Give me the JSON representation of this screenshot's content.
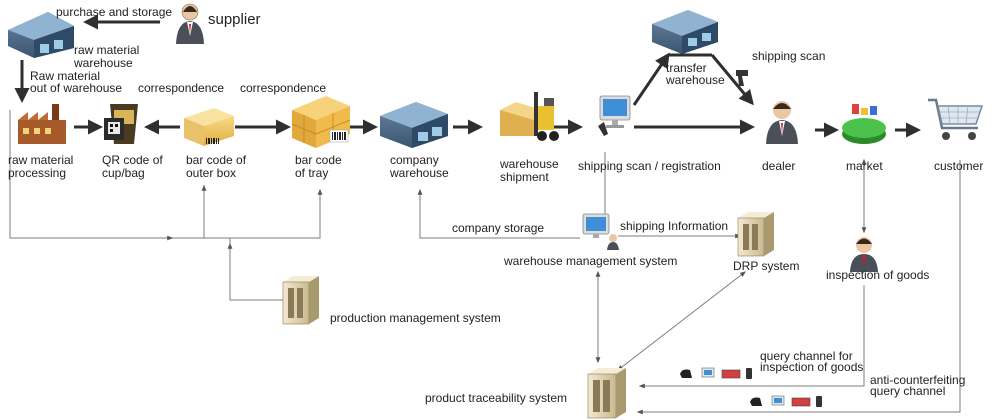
{
  "labels": {
    "purchase_storage": "purchase and storage",
    "supplier": "supplier",
    "raw_material_warehouse": [
      "raw material",
      "warehouse"
    ],
    "raw_material_out": [
      "Raw material",
      "out of warehouse"
    ],
    "correspondence_1": "correspondence",
    "correspondence_2": "correspondence",
    "raw_material_processing": [
      "raw material",
      "processing"
    ],
    "qr_code": [
      "QR code of",
      "cup/bag"
    ],
    "bar_code_outer": [
      "bar code of",
      "outer box"
    ],
    "bar_code_tray": [
      "bar code",
      "of tray"
    ],
    "company_warehouse": [
      "company",
      "warehouse"
    ],
    "warehouse_shipment": [
      "warehouse",
      "shipment"
    ],
    "transfer_warehouse": [
      "transfer",
      "warehouse"
    ],
    "shipping_scan": "shipping scan",
    "shipping_scan_registration": "shipping scan / registration",
    "dealer": "dealer",
    "market": "market",
    "customer": "customer",
    "company_storage": "company storage",
    "shipping_information": "shipping Information",
    "warehouse_management_system": "warehouse management system",
    "drp_system": "DRP system",
    "inspection_of_goods": "inspection of goods",
    "production_management_system": "production management system",
    "query_channel_inspection": [
      "query channel for",
      "inspection of goods"
    ],
    "anti_counterfeiting": [
      "anti-counterfeiting",
      "query channel"
    ],
    "product_traceability_system": "product traceability system"
  }
}
